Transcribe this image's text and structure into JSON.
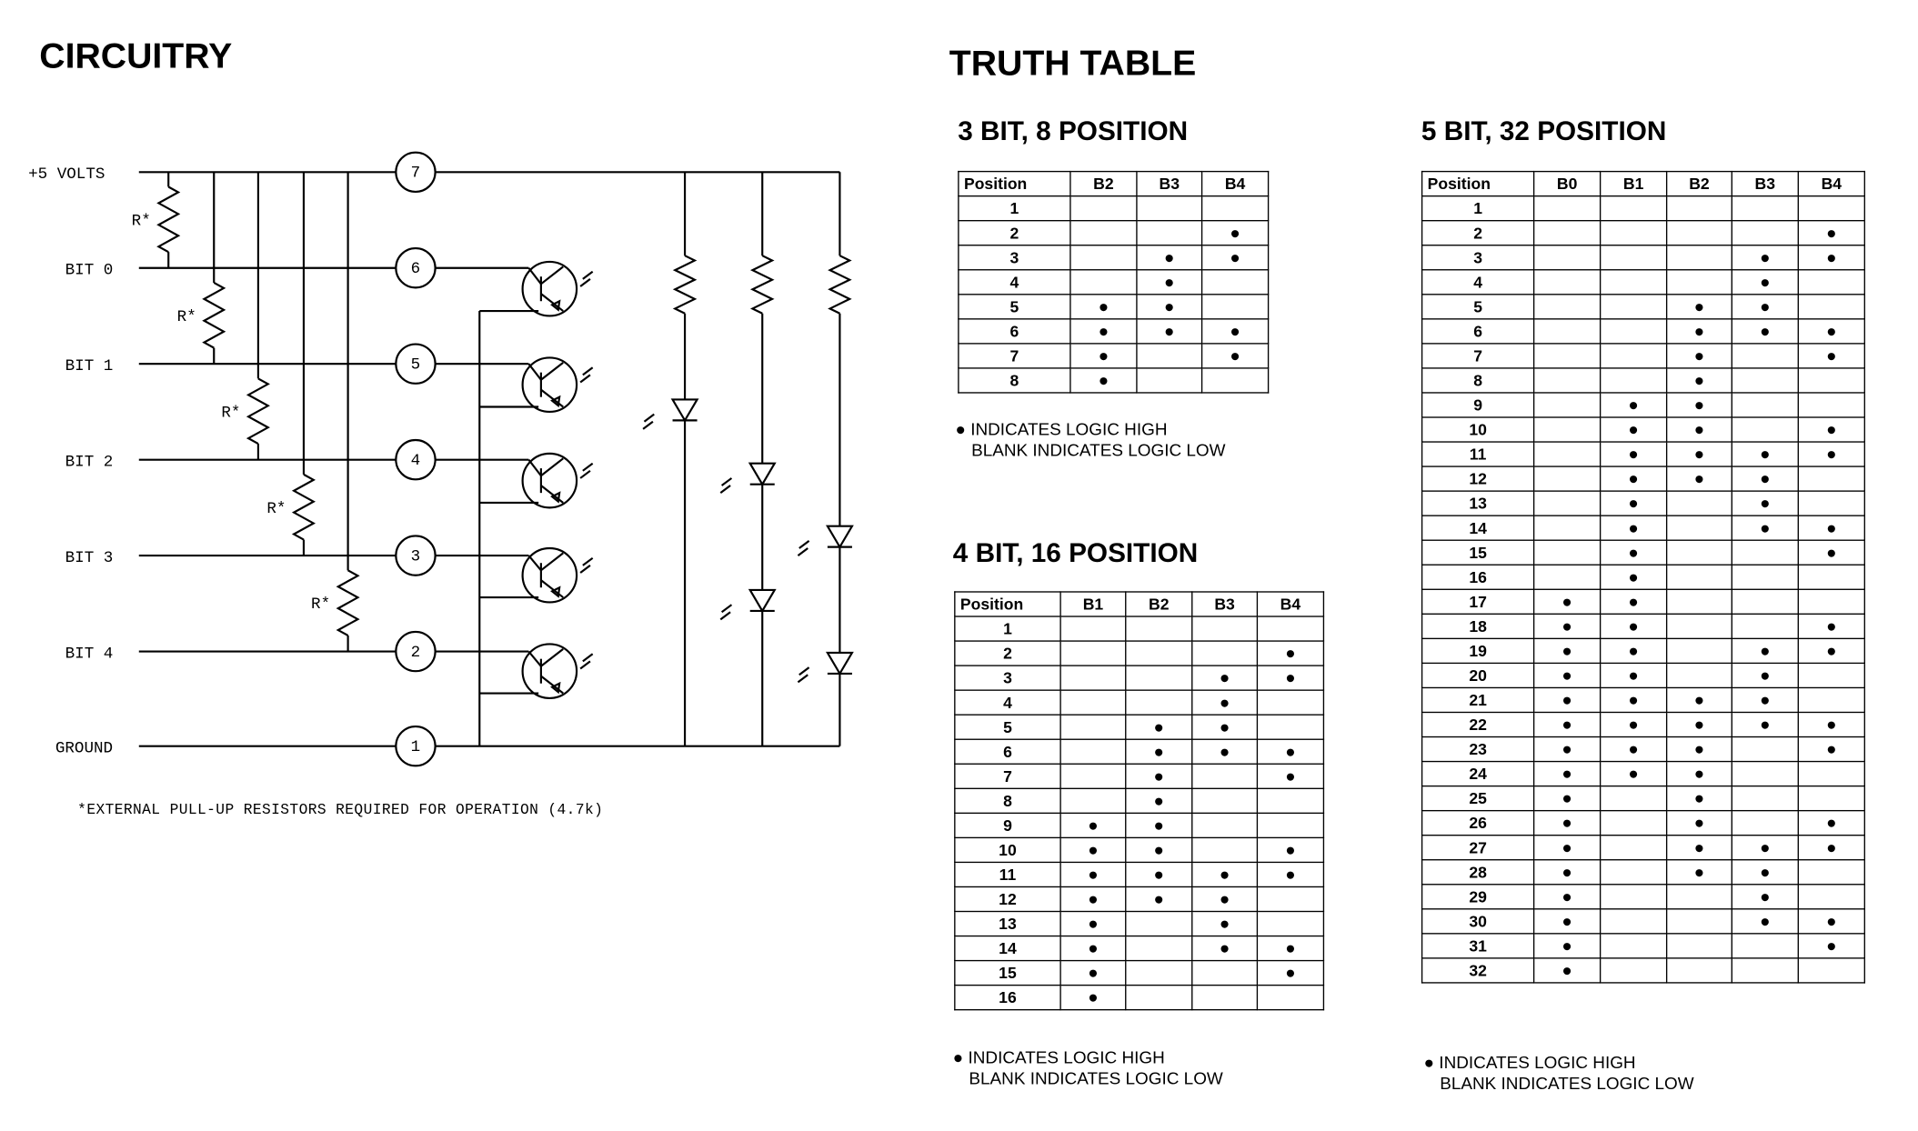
{
  "circuitry": {
    "title": "CIRCUITRY",
    "rails": [
      "+5 VOLTS",
      "BIT 0",
      "BIT 1",
      "BIT 2",
      "BIT 3",
      "BIT 4",
      "GROUND"
    ],
    "pins": [
      "7",
      "6",
      "5",
      "4",
      "3",
      "2",
      "1"
    ],
    "resistor_label": "R*",
    "footnote": "*EXTERNAL PULL-UP RESISTORS REQUIRED FOR OPERATION (4.7k)"
  },
  "truth_table": {
    "title": "TRUTH TABLE",
    "legend_high": "● INDICATES LOGIC HIGH",
    "legend_low": "BLANK INDICATES LOGIC LOW",
    "tables": [
      {
        "title": "3 BIT, 8 POSITION",
        "columns": [
          "Position",
          "B2",
          "B3",
          "B4"
        ],
        "rows": [
          [
            1,
            0,
            0,
            0
          ],
          [
            2,
            0,
            0,
            1
          ],
          [
            3,
            0,
            1,
            1
          ],
          [
            4,
            0,
            1,
            0
          ],
          [
            5,
            1,
            1,
            0
          ],
          [
            6,
            1,
            1,
            1
          ],
          [
            7,
            1,
            0,
            1
          ],
          [
            8,
            1,
            0,
            0
          ]
        ]
      },
      {
        "title": "4 BIT, 16 POSITION",
        "columns": [
          "Position",
          "B1",
          "B2",
          "B3",
          "B4"
        ],
        "rows": [
          [
            1,
            0,
            0,
            0,
            0
          ],
          [
            2,
            0,
            0,
            0,
            1
          ],
          [
            3,
            0,
            0,
            1,
            1
          ],
          [
            4,
            0,
            0,
            1,
            0
          ],
          [
            5,
            0,
            1,
            1,
            0
          ],
          [
            6,
            0,
            1,
            1,
            1
          ],
          [
            7,
            0,
            1,
            0,
            1
          ],
          [
            8,
            0,
            1,
            0,
            0
          ],
          [
            9,
            1,
            1,
            0,
            0
          ],
          [
            10,
            1,
            1,
            0,
            1
          ],
          [
            11,
            1,
            1,
            1,
            1
          ],
          [
            12,
            1,
            1,
            1,
            0
          ],
          [
            13,
            1,
            0,
            1,
            0
          ],
          [
            14,
            1,
            0,
            1,
            1
          ],
          [
            15,
            1,
            0,
            0,
            1
          ],
          [
            16,
            1,
            0,
            0,
            0
          ]
        ]
      },
      {
        "title": "5 BIT, 32 POSITION",
        "columns": [
          "Position",
          "B0",
          "B1",
          "B2",
          "B3",
          "B4"
        ],
        "rows": [
          [
            1,
            0,
            0,
            0,
            0,
            0
          ],
          [
            2,
            0,
            0,
            0,
            0,
            1
          ],
          [
            3,
            0,
            0,
            0,
            1,
            1
          ],
          [
            4,
            0,
            0,
            0,
            1,
            0
          ],
          [
            5,
            0,
            0,
            1,
            1,
            0
          ],
          [
            6,
            0,
            0,
            1,
            1,
            1
          ],
          [
            7,
            0,
            0,
            1,
            0,
            1
          ],
          [
            8,
            0,
            0,
            1,
            0,
            0
          ],
          [
            9,
            0,
            1,
            1,
            0,
            0
          ],
          [
            10,
            0,
            1,
            1,
            0,
            1
          ],
          [
            11,
            0,
            1,
            1,
            1,
            1
          ],
          [
            12,
            0,
            1,
            1,
            1,
            0
          ],
          [
            13,
            0,
            1,
            0,
            1,
            0
          ],
          [
            14,
            0,
            1,
            0,
            1,
            1
          ],
          [
            15,
            0,
            1,
            0,
            0,
            1
          ],
          [
            16,
            0,
            1,
            0,
            0,
            0
          ],
          [
            17,
            1,
            1,
            0,
            0,
            0
          ],
          [
            18,
            1,
            1,
            0,
            0,
            1
          ],
          [
            19,
            1,
            1,
            0,
            1,
            1
          ],
          [
            20,
            1,
            1,
            0,
            1,
            0
          ],
          [
            21,
            1,
            1,
            1,
            1,
            0
          ],
          [
            22,
            1,
            1,
            1,
            1,
            1
          ],
          [
            23,
            1,
            1,
            1,
            0,
            1
          ],
          [
            24,
            1,
            1,
            1,
            0,
            0
          ],
          [
            25,
            1,
            0,
            1,
            0,
            0
          ],
          [
            26,
            1,
            0,
            1,
            0,
            1
          ],
          [
            27,
            1,
            0,
            1,
            1,
            1
          ],
          [
            28,
            1,
            0,
            1,
            1,
            0
          ],
          [
            29,
            1,
            0,
            0,
            1,
            0
          ],
          [
            30,
            1,
            0,
            0,
            1,
            1
          ],
          [
            31,
            1,
            0,
            0,
            0,
            1
          ],
          [
            32,
            1,
            0,
            0,
            0,
            0
          ]
        ]
      }
    ]
  }
}
